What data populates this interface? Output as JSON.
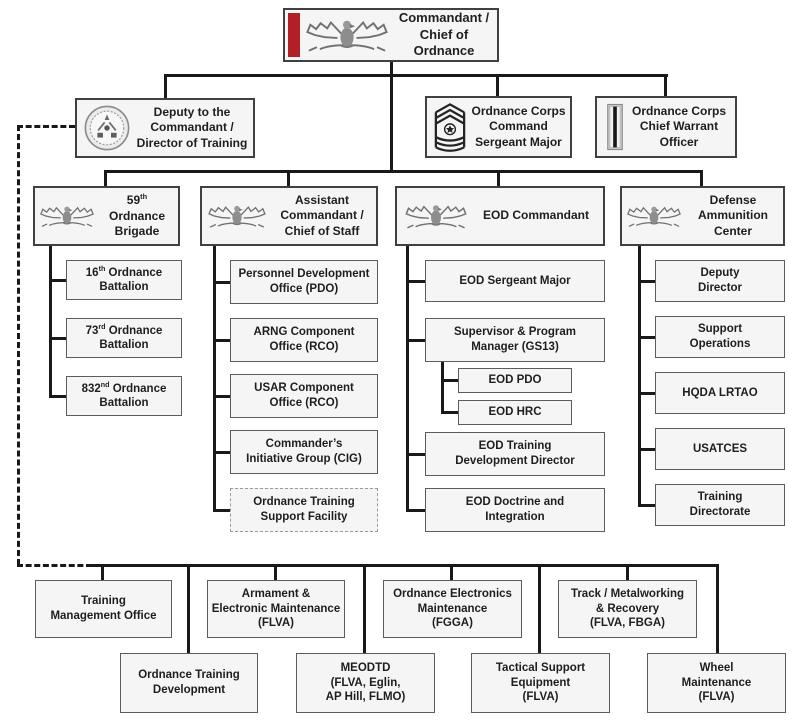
{
  "palette": {
    "accent_red": "#b21f24",
    "box_fill": "#f5f5f5",
    "line_color": "#191919"
  },
  "org": {
    "root": {
      "label": "Commandant /\nChief of Ordnance",
      "icon": "colonel-eagle"
    },
    "staff": [
      {
        "label": "Deputy to the\nCommandant /\nDirector of Training",
        "icon": "army-seal"
      },
      {
        "label": "Ordnance Corps\nCommand\nSergeant Major",
        "icon": "command-sergeant-major-insignia"
      },
      {
        "label": "Ordnance Corps\nChief Warrant\nOfficer",
        "icon": "chief-warrant-officer-insignia"
      }
    ],
    "branches": [
      {
        "label": "59th\nOrdnance\nBrigade",
        "icon": "colonel-eagle",
        "children": [
          {
            "label": "16th Ordnance\nBattalion"
          },
          {
            "label": "73rd Ordnance\nBattalion"
          },
          {
            "label": "832nd Ordnance\nBattalion"
          }
        ]
      },
      {
        "label": "Assistant\nCommandant /\nChief of Staff",
        "icon": "colonel-eagle",
        "children": [
          {
            "label": "Personnel Development\nOffice (PDO)"
          },
          {
            "label": "ARNG Component\nOffice (RCO)"
          },
          {
            "label": "USAR Component\nOffice (RCO)"
          },
          {
            "label": "Commander’s\nInitiative Group (CIG)"
          },
          {
            "label": "Ordnance Training\nSupport Facility",
            "dashed": true
          }
        ]
      },
      {
        "label": "EOD Commandant",
        "icon": "colonel-eagle",
        "children": [
          {
            "label": "EOD Sergeant Major"
          },
          {
            "label": "Supervisor & Program\nManager (GS13)",
            "children": [
              {
                "label": "EOD PDO"
              },
              {
                "label": "EOD HRC"
              }
            ]
          },
          {
            "label": "EOD Training\nDevelopment Director"
          },
          {
            "label": "EOD Doctrine and\nIntegration"
          }
        ]
      },
      {
        "label": "Defense\nAmmunition\nCenter",
        "icon": "colonel-eagle",
        "children": [
          {
            "label": "Deputy\nDirector"
          },
          {
            "label": "Support\nOperations"
          },
          {
            "label": "HQDA LRTAO"
          },
          {
            "label": "USATCES"
          },
          {
            "label": "Training\nDirectorate"
          }
        ]
      }
    ],
    "training_departments": {
      "row1": [
        {
          "label": "Training\nManagement Office"
        },
        {
          "label": "Armament &\nElectronic Maintenance\n(FLVA)"
        },
        {
          "label": "Ordnance Electronics\nMaintenance\n(FGGA)"
        },
        {
          "label": "Track / Metalworking\n& Recovery\n(FLVA, FBGA)"
        }
      ],
      "row2": [
        {
          "label": "Ordnance Training\nDevelopment"
        },
        {
          "label": "MEODTD\n(FLVA, Eglin,\nAP Hill, FLMO)"
        },
        {
          "label": "Tactical Support\nEquipment\n(FLVA)"
        },
        {
          "label": "Wheel\nMaintenance\n(FLVA)"
        }
      ]
    }
  }
}
